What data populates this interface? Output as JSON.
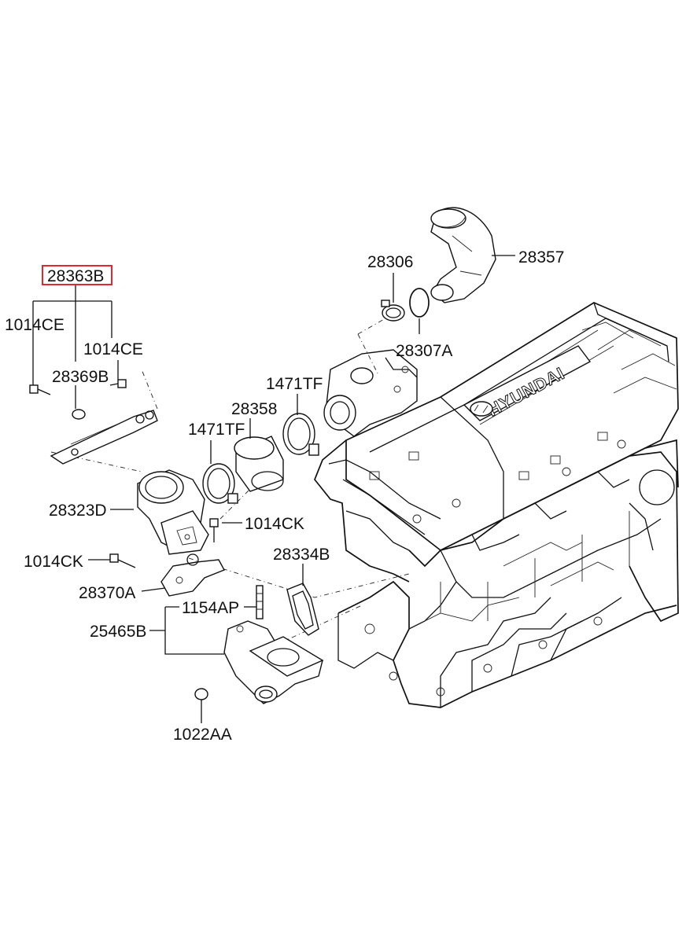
{
  "diagram": {
    "highlighted_part": "28363B",
    "logo_text": "HYUNDAI",
    "labels": {
      "p28363B": "28363B",
      "p1014CE_left": "1014CE",
      "p1014CE_right": "1014CE",
      "p28369B": "28369B",
      "p28323D": "28323D",
      "p1014CK_upper": "1014CK",
      "p1014CK_lower": "1014CK",
      "p28370A": "28370A",
      "p1154AP": "1154AP",
      "p25465B": "25465B",
      "p1022AA": "1022AA",
      "p1471TF_left": "1471TF",
      "p28358": "28358",
      "p1471TF_right": "1471TF",
      "p28334B": "28334B",
      "p28306": "28306",
      "p28307A": "28307A",
      "p28357": "28357"
    },
    "colors": {
      "highlight": "#e0282d",
      "line": "#111111",
      "background": "#ffffff"
    }
  }
}
